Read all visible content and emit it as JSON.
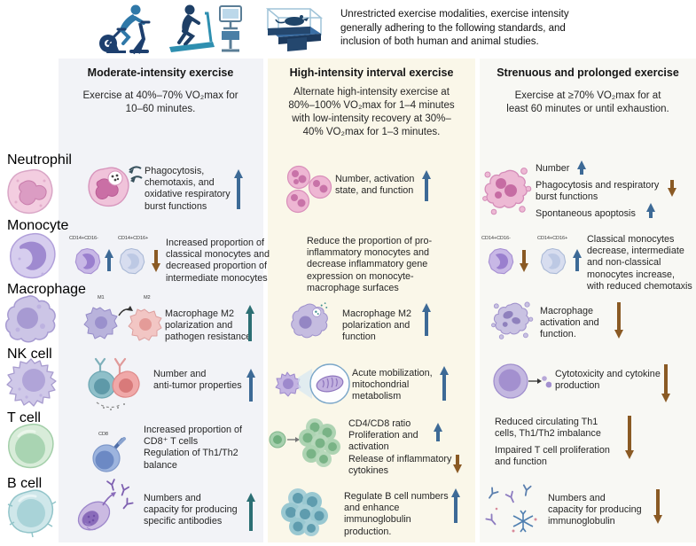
{
  "top": {
    "text_lines": [
      "Unrestricted exercise modalities, exercise intensity",
      "generally adhering to the following standards, and",
      "inclusion of both human and animal studies."
    ],
    "icons": [
      "exercise-bike",
      "treadmill-with-monitor",
      "animal-treadmill-chamber"
    ]
  },
  "columns": [
    {
      "title": "Moderate-intensity exercise",
      "desc_lines": [
        "Exercise at 40%–70% VO₂max for",
        "10–60 minutes."
      ],
      "bg": "#f2f3f7"
    },
    {
      "title": "High-intensity interval exercise",
      "desc_lines": [
        "Alternate high-intensity exercise at",
        "80%–100% VO₂max for 1–4 minutes",
        "with low-intensity recovery at 30%–",
        "40% VO₂max for 1–3 minutes."
      ],
      "bg": "#faf7e9"
    },
    {
      "title": "Strenuous and prolonged  exercise",
      "desc_lines": [
        "Exercise at ≥70% VO₂max for at",
        "least 60 minutes or until exhaustion."
      ],
      "bg": "#f8f8f4"
    }
  ],
  "row_labels": [
    "Neutrophil",
    "Monocyte",
    "Macrophage",
    "NK cell",
    "T cell",
    "B cell"
  ],
  "colors": {
    "up_arrow": "#3d6a96",
    "teal_arrow": "#2c6f74",
    "down_arrow": "#8a5a24"
  },
  "entries": {
    "neutrophil": {
      "moderate": {
        "lines": [
          "Phagocytosis,",
          "chemotaxis, and",
          "oxidative respiratory",
          "burst functions"
        ],
        "arrow": "up"
      },
      "hiit": {
        "lines": [
          "Number, activation",
          "state, and function"
        ],
        "arrow": "up"
      },
      "strenuous": {
        "items": [
          {
            "lines": [
              "Number"
            ],
            "arrow": "up"
          },
          {
            "lines": [
              "Phagocytosis and respiratory",
              "burst functions"
            ],
            "arrow": "down"
          },
          {
            "lines": [
              "Spontaneous apoptosis"
            ],
            "arrow": "up"
          }
        ]
      }
    },
    "monocyte": {
      "moderate": {
        "labels": [
          "CD14+CD16-",
          "CD14+CD16+"
        ],
        "cell_arrows": [
          "up",
          "down"
        ],
        "lines": [
          "Increased proportion of",
          "classical monocytes and",
          "decreased proportion of",
          "intermediate monocytes"
        ]
      },
      "hiit": {
        "lines": [
          "Reduce the proportion of pro-",
          "inflammatory monocytes and",
          "decrease inflammatory gene",
          "expression on monocyte-",
          "macrophage surfaces"
        ]
      },
      "strenuous": {
        "labels": [
          "CD14+CD16-",
          "CD14+CD16+"
        ],
        "cell_arrows": [
          "down",
          "up"
        ],
        "lines": [
          "Classical monocytes",
          "decrease, intermediate",
          "and non-classical",
          "monocytes increase,",
          "with reduced chemotaxis"
        ]
      }
    },
    "macrophage": {
      "moderate": {
        "labels": [
          "M1",
          "M2"
        ],
        "lines": [
          "Macrophage M2",
          "polarization and",
          "pathogen resistance"
        ],
        "arrow": "up"
      },
      "hiit": {
        "lines": [
          "Macrophage M2",
          "polarization and",
          "function"
        ],
        "arrow": "up"
      },
      "strenuous": {
        "lines": [
          "Macrophage",
          "activation and",
          "function."
        ],
        "arrow": "down"
      }
    },
    "nk": {
      "moderate": {
        "lines": [
          "Number and",
          "anti-tumor properties"
        ],
        "arrow": "up"
      },
      "hiit": {
        "lines": [
          "Acute mobilization,",
          "mitochondrial",
          "metabolism"
        ],
        "arrow": "up"
      },
      "strenuous": {
        "lines": [
          "Cytotoxicity and cytokine",
          "production"
        ],
        "arrow": "down"
      }
    },
    "tcell": {
      "moderate": {
        "label": "CD8",
        "lines": [
          "Increased proportion of",
          "CD8⁺ T cells",
          "Regulation of Th1/Th2",
          "balance"
        ]
      },
      "hiit": {
        "items": [
          {
            "lines": [
              "CD4/CD8 ratio",
              "Proliferation and",
              "activation"
            ],
            "arrow": "up"
          },
          {
            "lines": [
              "Release of inflammatory",
              "cytokines"
            ],
            "arrow": "down"
          }
        ]
      },
      "strenuous": {
        "items": [
          {
            "lines": [
              "Reduced circulating Th1",
              "cells, Th1/Th2 imbalance"
            ]
          },
          {
            "lines": [
              "Impaired T cell proliferation",
              "and function"
            ]
          }
        ],
        "arrow": "down"
      }
    },
    "bcell": {
      "moderate": {
        "lines": [
          "Numbers and",
          "capacity for producing",
          "specific antibodies"
        ],
        "arrow": "up"
      },
      "hiit": {
        "lines": [
          "Regulate B cell numbers",
          "and enhance",
          "immunoglobulin",
          "production."
        ],
        "arrow": "up"
      },
      "strenuous": {
        "lines": [
          "Numbers and",
          "capacity for producing",
          "immunoglobulin"
        ],
        "arrow": "down"
      }
    }
  }
}
